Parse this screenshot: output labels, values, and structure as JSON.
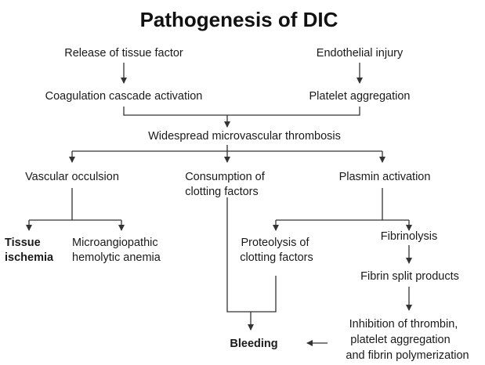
{
  "title": "Pathogenesis of DIC",
  "nodes": {
    "tissue_factor": "Release of tissue factor",
    "endothelial_injury": "Endothelial injury",
    "coagulation": "Coagulation cascade activation",
    "platelet_aggregation": "Platelet aggregation",
    "thrombosis": "Widespread microvascular thrombosis",
    "vascular_occlusion": "Vascular occulsion",
    "consumption": [
      "Consumption of",
      "clotting factors"
    ],
    "plasmin": "Plasmin activation",
    "tissue_ischemia": [
      "Tissue",
      "ischemia"
    ],
    "mah_anemia": [
      "Microangiopathic",
      "hemolytic anemia"
    ],
    "proteolysis": [
      "Proteolysis of",
      "clotting factors"
    ],
    "fibrinolysis": "Fibrinolysis",
    "fibrin_split": "Fibrin split products",
    "inhibition": [
      "Inhibition of thrombin,",
      "platelet aggregation",
      "and fibrin polymerization"
    ],
    "bleeding": "Bleeding"
  }
}
